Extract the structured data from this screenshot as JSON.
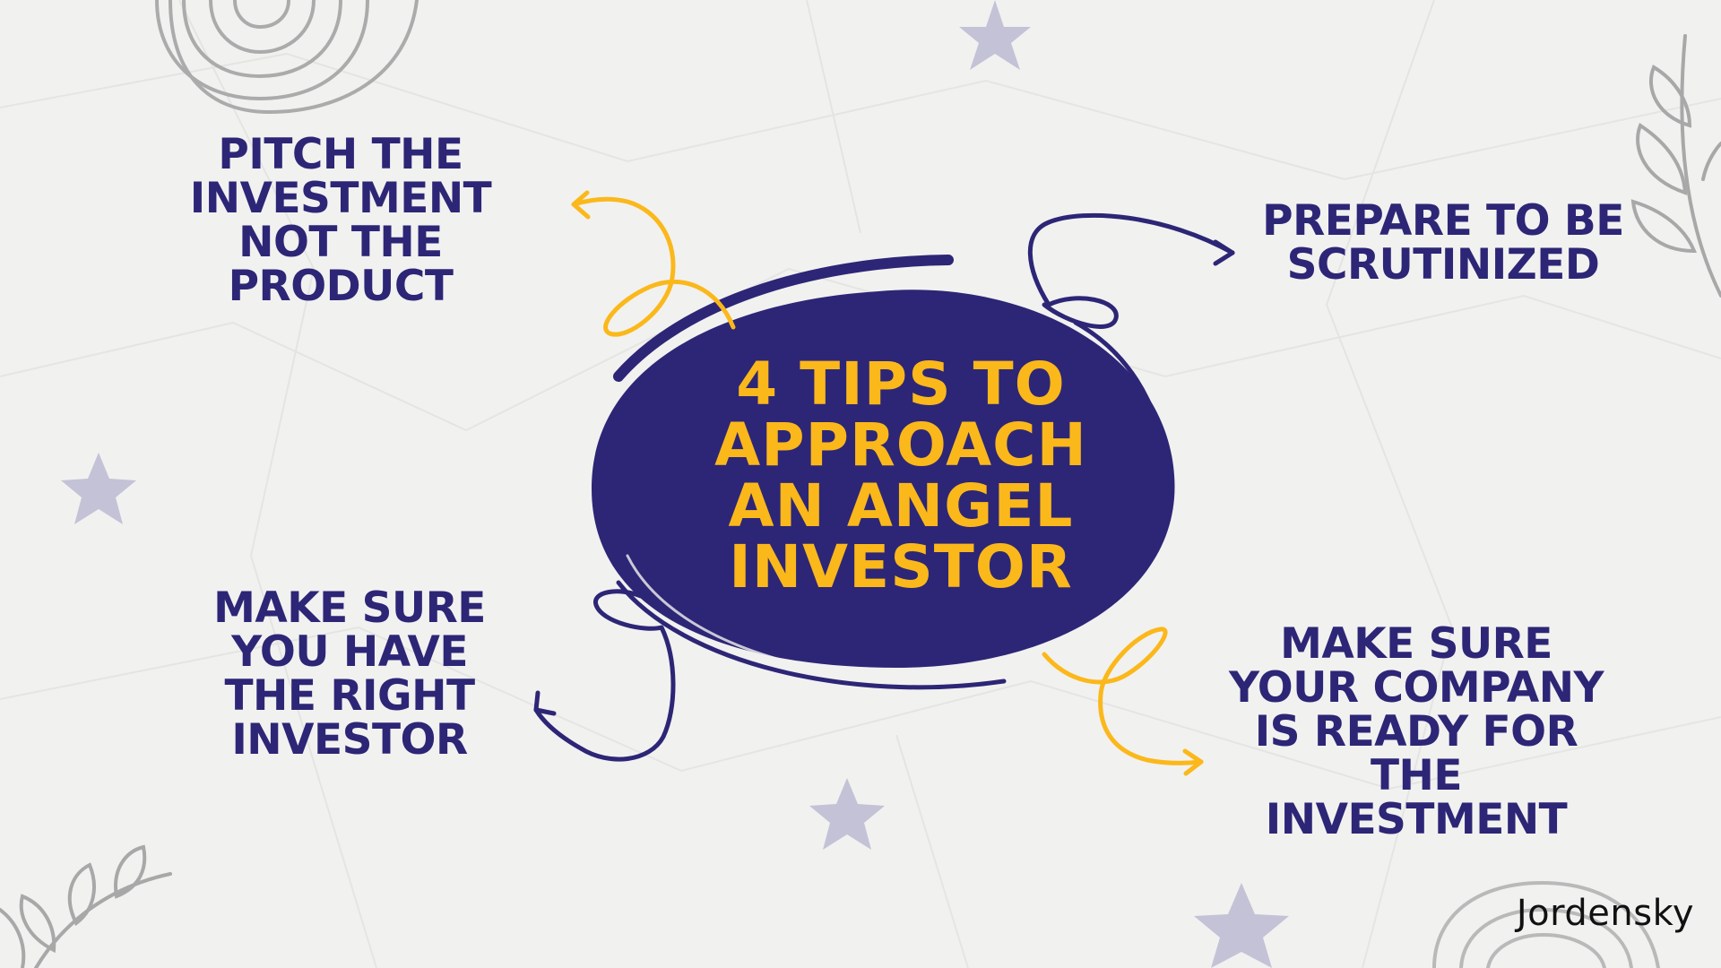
{
  "title": {
    "lines": [
      "4 TIPS TO",
      "APPROACH",
      "AN ANGEL",
      "INVESTOR"
    ]
  },
  "tips": [
    {
      "lines": [
        "PITCH THE",
        "INVESTMENT",
        "NOT THE",
        "PRODUCT"
      ]
    },
    {
      "lines": [
        "PREPARE TO BE",
        "SCRUTINIZED"
      ]
    },
    {
      "lines": [
        "MAKE SURE",
        "YOU HAVE",
        "THE RIGHT",
        "INVESTOR"
      ]
    },
    {
      "lines": [
        "MAKE SURE",
        "YOUR COMPANY",
        "IS READY FOR",
        "THE",
        "INVESTMENT"
      ]
    }
  ],
  "brand": "Jordensky",
  "colors": {
    "navy": "#2d2676",
    "yellow": "#fbb81b",
    "background": "#f1f1f0",
    "decor_gray": "#a9a9a9",
    "star": "#c4c2d6"
  },
  "decorations": [
    "star-icon",
    "spiral-icon",
    "leaf-branch-icon",
    "curly-arrow-icon"
  ]
}
